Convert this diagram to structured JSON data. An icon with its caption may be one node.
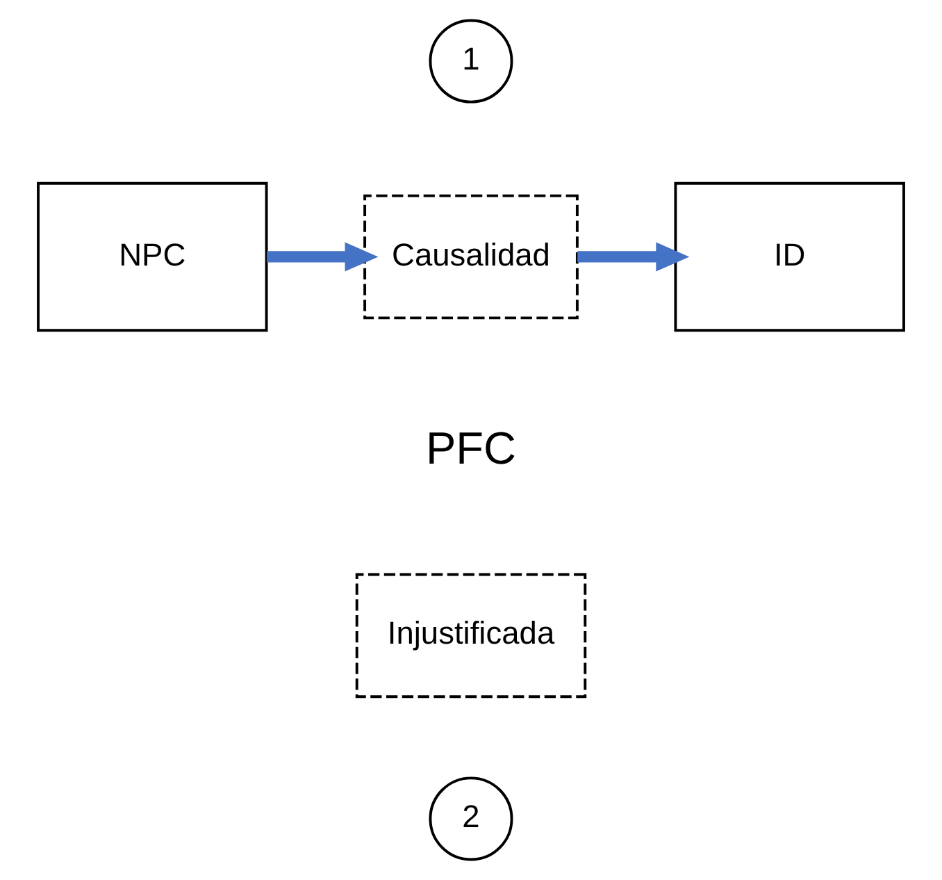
{
  "diagram": {
    "nodes": [
      {
        "text": [
          "1"
        ]
      },
      {
        "text": [
          "NPC"
        ]
      },
      {
        "text": [
          "Causalidad"
        ]
      },
      {
        "text": [
          "ID"
        ]
      },
      {
        "text": [
          "PFC"
        ]
      },
      {
        "text": [
          "Injustificada"
        ]
      },
      {
        "text": [
          "2"
        ]
      }
    ],
    "edges": [
      {
        "from": 1,
        "to": 2,
        "arrow": "to"
      },
      {
        "from": 2,
        "to": 3,
        "arrow": "to"
      }
    ]
  }
}
